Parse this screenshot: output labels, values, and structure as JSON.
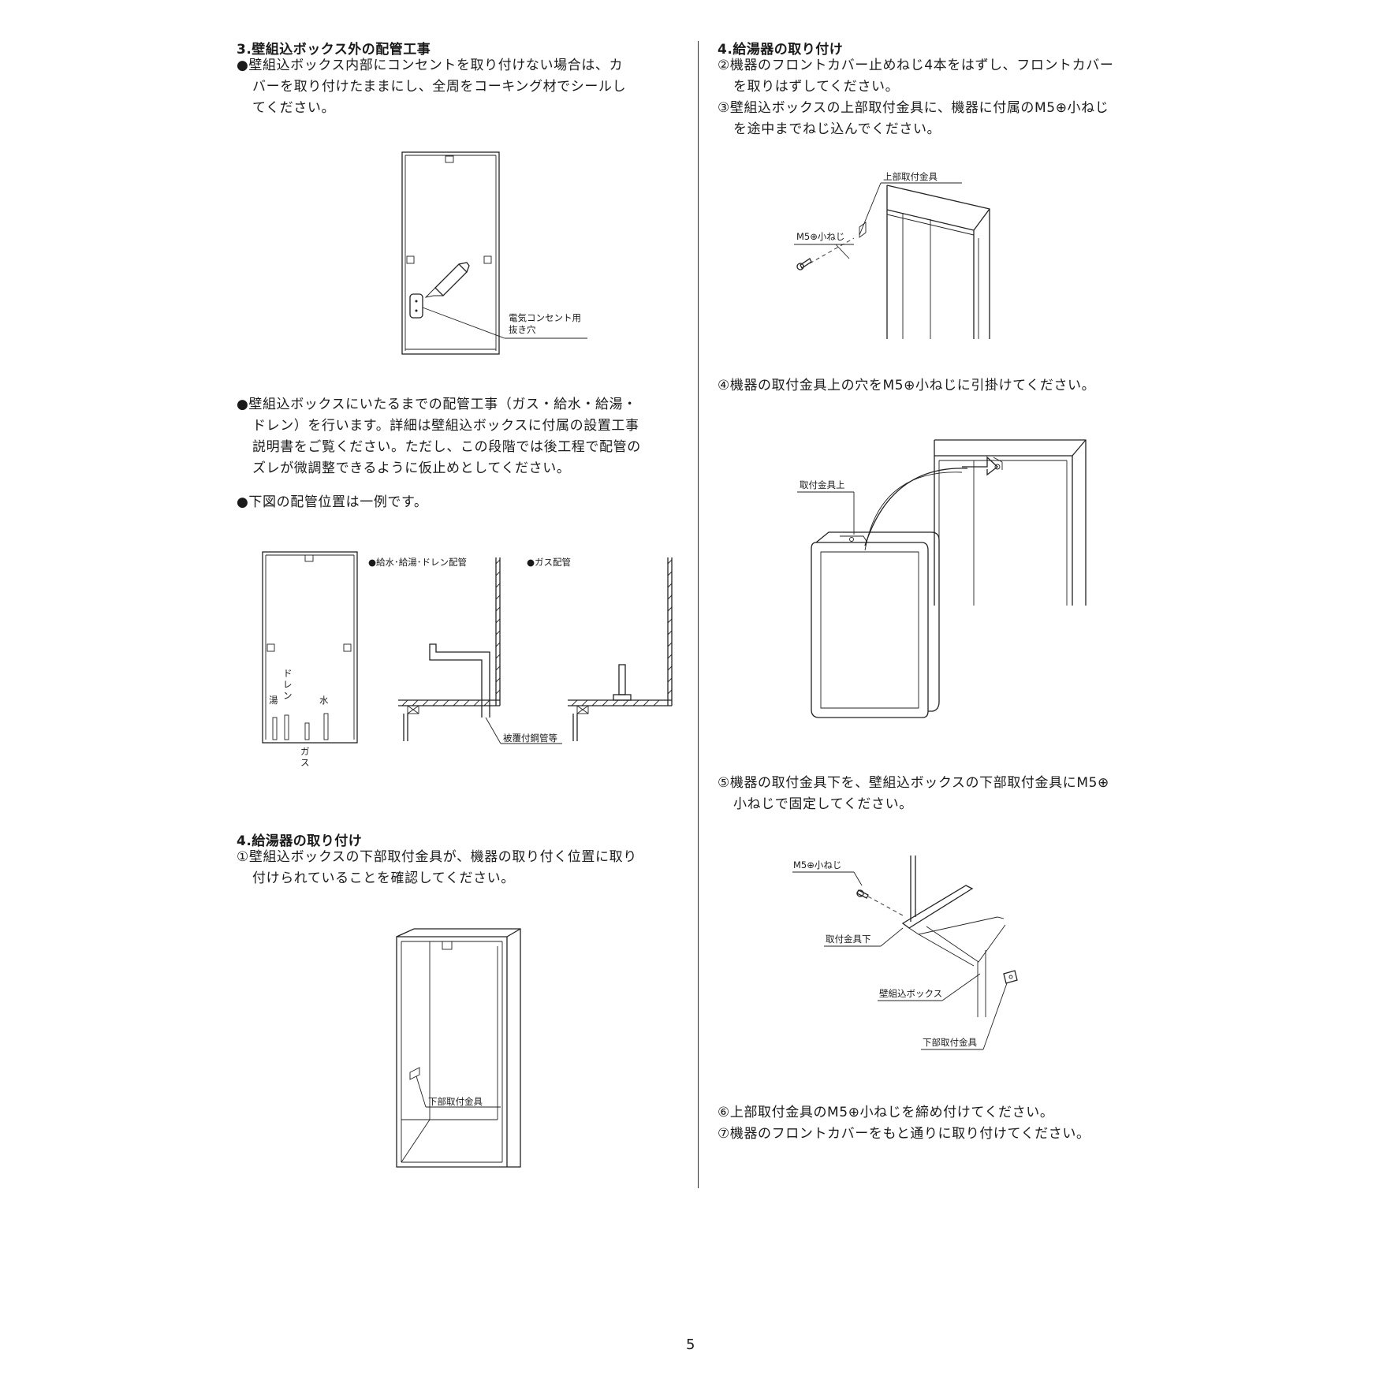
{
  "left": {
    "sec3": {
      "heading": "3.壁組込ボックス外の配管工事",
      "p1": [
        "●壁組込ボックス内部にコンセントを取り付けない場合は、カ",
        "バーを取り付けたままにし、全周をコーキング材でシールし",
        "てください。"
      ],
      "fig1_label": [
        "電気コンセント用",
        "抜き穴"
      ],
      "p2": [
        "●壁組込ボックスにいたるまでの配管工事（ガス・給水・給湯・",
        "ドレン）を行います。詳細は壁組込ボックスに付属の設置工事",
        "説明書をご覧ください。ただし、この段階では後工程で配管の",
        "ズレが微調整できるように仮止めとしてください。"
      ],
      "p3": "●下図の配管位置は一例です。",
      "fig2": {
        "label_water": "●給水･給湯･ドレン配管",
        "label_gas": "●ガス配管",
        "yu": "湯",
        "doren": [
          "ド",
          "レ",
          "ン"
        ],
        "mizu": "水",
        "gasu": [
          "ガ",
          "ス"
        ],
        "pipe_label": "被覆付鋼管等"
      }
    },
    "sec4": {
      "heading": "4.給湯器の取り付け",
      "p1": [
        "①壁組込ボックスの下部取付金具が、機器の取り付く位置に取り",
        "付けられていることを確認してください。"
      ],
      "fig3_label": "下部取付金具"
    }
  },
  "right": {
    "heading": "4.給湯器の取り付け",
    "p1": [
      "②機器のフロントカバー止めねじ4本をはずし、フロントカバー",
      "を取りはずしてください。",
      "③壁組込ボックスの上部取付金具に、機器に付属のM5⊕小ねじ",
      "を途中までねじ込んでください。"
    ],
    "fig4": {
      "top": "上部取付金具",
      "screw": "M5⊕小ねじ"
    },
    "p2": "④機器の取付金具上の穴をM5⊕小ねじに引掛けてください。",
    "fig5": {
      "label": "取付金具上"
    },
    "p3": [
      "⑤機器の取付金具下を、壁組込ボックスの下部取付金具にM5⊕",
      "小ねじで固定してください。"
    ],
    "fig6": {
      "screw": "M5⊕小ねじ",
      "bracket": "取付金具下",
      "box": "壁組込ボックス",
      "lower": "下部取付金具"
    },
    "p4": [
      "⑥上部取付金具のM5⊕小ねじを締め付けてください。",
      "⑦機器のフロントカバーをもと通りに取り付けてください。"
    ]
  },
  "page_number": "5"
}
